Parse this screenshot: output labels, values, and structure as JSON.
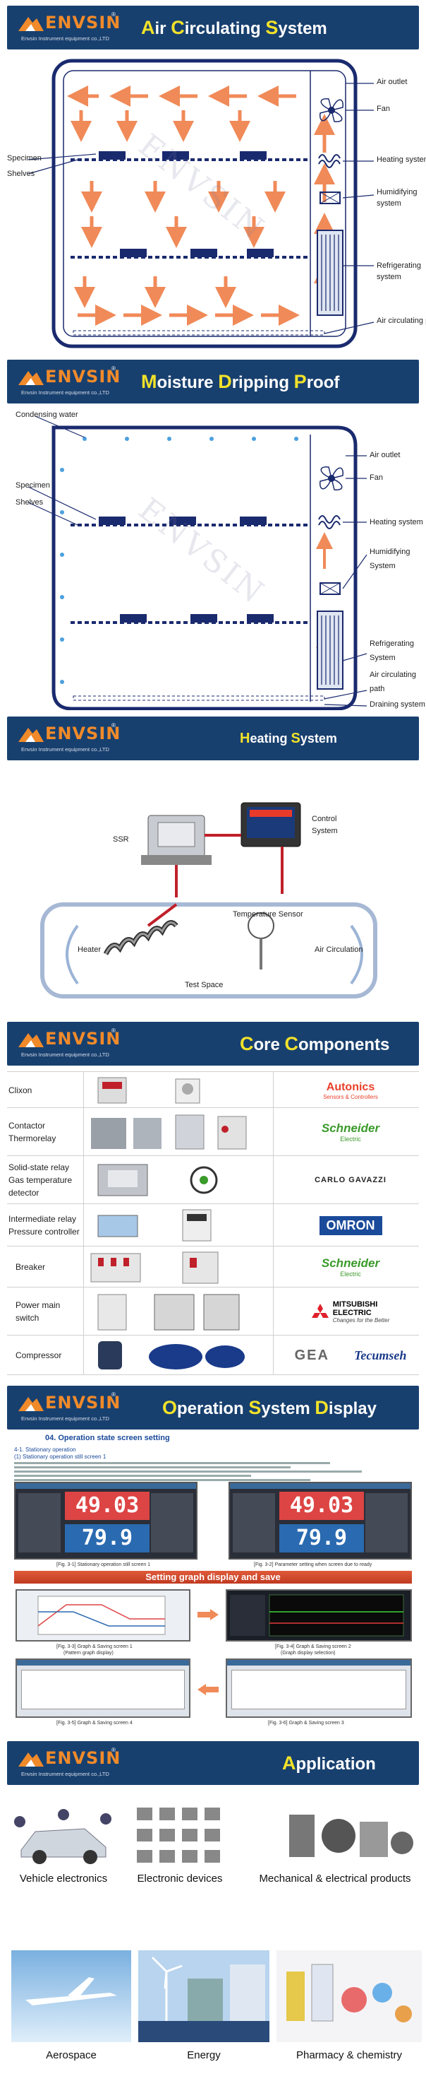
{
  "brand": {
    "logo_text": "ENVSIN",
    "logo_sub": "Envsin Instrument equipment co.,LTD",
    "registered": "®",
    "watermark": "ENVSIN"
  },
  "sections": {
    "air": {
      "title_parts": [
        {
          "cap": "A",
          "rest": "ir "
        },
        {
          "cap": "C",
          "rest": "irculating "
        },
        {
          "cap": "S",
          "rest": "ystem"
        }
      ],
      "labels": {
        "air_outlet": "Air outlet",
        "fan": "Fan",
        "specimen": "Specimen",
        "shelves": "Shelves",
        "heating": "Heating system",
        "humidifying_1": "Humidifying",
        "humidifying_2": "system",
        "refrigerating_1": "Refrigerating",
        "refrigerating_2": "system",
        "air_path": "Air circulating path"
      }
    },
    "moisture": {
      "title_parts": [
        {
          "cap": "M",
          "rest": "oisture "
        },
        {
          "cap": "D",
          "rest": "ripping "
        },
        {
          "cap": "P",
          "rest": "roof"
        }
      ],
      "labels": {
        "condensing": "Condensing water",
        "air_outlet": "Air outlet",
        "fan": "Fan",
        "specimen": "Specimen",
        "shelves": "Shelves",
        "heating": "Heating system",
        "humidifying_1": "Humidifying",
        "humidifying_2": "System",
        "refrigerating_1": "Refrigerating",
        "refrigerating_2": "System",
        "air_path_1": "Air circulating",
        "air_path_2": "path",
        "draining": "Draining system"
      }
    },
    "heating": {
      "title_parts": [
        {
          "cap": "H",
          "rest": "eating "
        },
        {
          "cap": "S",
          "rest": "ystem"
        }
      ],
      "labels": {
        "ssr": "SSR",
        "control_1": "Control",
        "control_2": "System",
        "temp_sensor": "Temperature Sensor",
        "heater": "Heater",
        "air_circ": "Air Circulation",
        "test_space": "Test Space"
      }
    },
    "core": {
      "title_parts": [
        {
          "cap": "C",
          "rest": "ore "
        },
        {
          "cap": "C",
          "rest": "omponents"
        }
      ],
      "rows": [
        {
          "name": [
            "Clixon"
          ],
          "brand": "Autonics",
          "brand_sub": "Sensors & Controllers"
        },
        {
          "name": [
            "Contactor",
            "Thermorelay"
          ],
          "brand": "Schneider",
          "brand_sub": "Electric"
        },
        {
          "name": [
            "Solid-state relay",
            "Gas temperature",
            "detector"
          ],
          "brand": "CARLO GAVAZZI",
          "brand_sub": ""
        },
        {
          "name": [
            "Intermediate relay",
            "Pressure controller"
          ],
          "brand": "OMRON",
          "brand_sub": ""
        },
        {
          "name": [
            "Breaker"
          ],
          "brand": "Schneider",
          "brand_sub": "Electric"
        },
        {
          "name": [
            "Power main",
            "switch"
          ],
          "brand": "MITSUBISHI",
          "brand_sub": "ELECTRIC",
          "brand_tag": "Changes for the Better"
        },
        {
          "name": [
            "Compressor"
          ],
          "brand": "GEA",
          "brand_sub": "Tecumseh"
        }
      ]
    },
    "operation": {
      "title_parts": [
        {
          "cap": "O",
          "rest": "peration "
        },
        {
          "cap": "S",
          "rest": "ystem "
        },
        {
          "cap": "D",
          "rest": "isplay"
        }
      ],
      "doc_heading": "04. Operation state screen setting",
      "doc_sub1": "4-1. Stationary operation",
      "doc_sub2": "(1) Stationary operation still screen 1",
      "readout_top": "49.03",
      "readout_bottom": "79.9",
      "caption_1": "[Fig. 3-1] Stationary operation still screen 1",
      "caption_2": "[Fig. 3-2] Parameter setting when screen due to ready",
      "graph_banner": "Setting graph display and save",
      "caption_3a": "[Fig. 3-3] Graph & Saving screen 1",
      "caption_3b": "(Pattern graph display)",
      "caption_4a": "[Fig. 3-4] Graph & Saving screen 2",
      "caption_4b": "(Graph display selection)",
      "caption_5": "[Fig. 3-5] Graph & Saving screen 4",
      "caption_6": "[Fig. 3-6] Graph & Saving screen 3"
    },
    "application": {
      "title_parts": [
        {
          "cap": "A",
          "rest": "pplication"
        }
      ],
      "items": [
        {
          "label": "Vehicle electronics"
        },
        {
          "label": "Electronic devices"
        },
        {
          "label": "Mechanical & electrical products"
        },
        {
          "label": "Aerospace"
        },
        {
          "label": "Energy"
        },
        {
          "label": "Pharmacy & chemistry"
        }
      ]
    }
  },
  "colors": {
    "banner": "#18406f",
    "accent": "#f2e22a",
    "arrow": "#f08a58",
    "shelf": "#1a2a6e",
    "logo": "#f08a2a"
  }
}
